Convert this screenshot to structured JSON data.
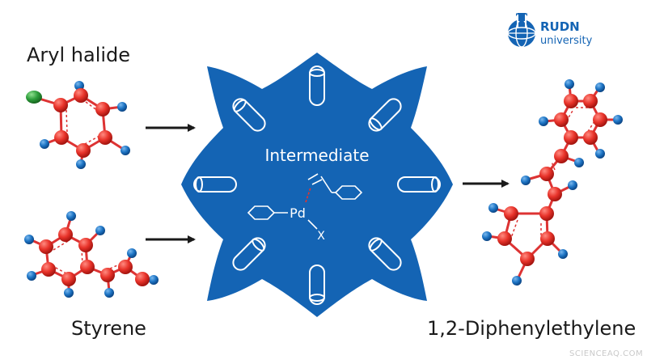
{
  "labels": {
    "aryl_halide": "Aryl halide",
    "styrene": "Styrene",
    "product": "1,2-Diphenylethylene",
    "intermediate": "Intermediate",
    "metal": "Pd",
    "halide": "X"
  },
  "logo": {
    "name": "RUDN",
    "subtitle": "university"
  },
  "watermark": "SCIENCEAQ.COM",
  "colors": {
    "star_blue": "#1464b4",
    "atom_red": "#e8332a",
    "atom_blue": "#1d74c4",
    "halogen_green": "#2e9e3c",
    "dashed_bond": "#d6302a"
  }
}
